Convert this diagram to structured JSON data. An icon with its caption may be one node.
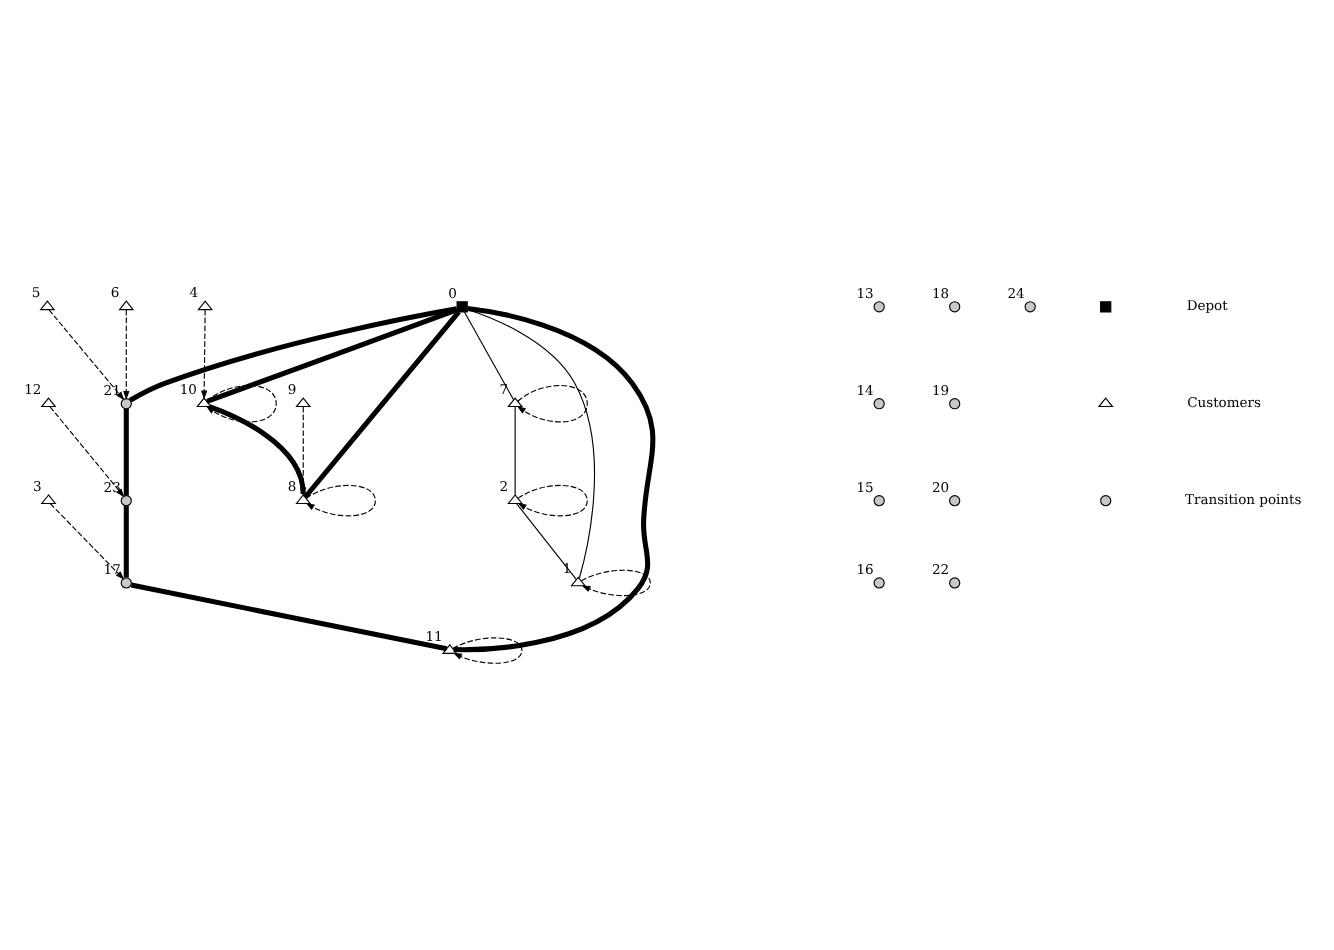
{
  "diagram": {
    "nodes": [
      {
        "text": [],
        "shape": "box",
        "beside": [
          "0"
        ]
      },
      {
        "text": [],
        "shape": "triangle",
        "beside": [
          "1"
        ]
      },
      {
        "text": [],
        "shape": "triangle",
        "beside": [
          "2"
        ]
      },
      {
        "text": [],
        "shape": "triangle",
        "beside": [
          "3"
        ]
      },
      {
        "text": [],
        "shape": "triangle",
        "beside": [
          "4"
        ]
      },
      {
        "text": [],
        "shape": "triangle",
        "beside": [
          "5"
        ]
      },
      {
        "text": [],
        "shape": "triangle",
        "beside": [
          "6"
        ]
      },
      {
        "text": [],
        "shape": "triangle",
        "beside": [
          "7"
        ]
      },
      {
        "text": [],
        "shape": "triangle",
        "beside": [
          "8"
        ]
      },
      {
        "text": [],
        "shape": "triangle",
        "beside": [
          "9"
        ]
      },
      {
        "text": [],
        "shape": "triangle",
        "beside": [
          "10"
        ]
      },
      {
        "text": [],
        "shape": "triangle",
        "beside": [
          "11"
        ]
      },
      {
        "text": [],
        "shape": "triangle",
        "beside": [
          "12"
        ]
      },
      {
        "text": [],
        "shape": "circle",
        "beside": [
          "13"
        ]
      },
      {
        "text": [],
        "shape": "circle",
        "beside": [
          "14"
        ]
      },
      {
        "text": [],
        "shape": "circle",
        "beside": [
          "15"
        ]
      },
      {
        "text": [],
        "shape": "circle",
        "beside": [
          "16"
        ]
      },
      {
        "text": [],
        "shape": "circle",
        "beside": [
          "17"
        ]
      },
      {
        "text": [],
        "shape": "circle",
        "beside": [
          "18"
        ]
      },
      {
        "text": [],
        "shape": "circle",
        "beside": [
          "19"
        ]
      },
      {
        "text": [],
        "shape": "circle",
        "beside": [
          "20"
        ]
      },
      {
        "text": [],
        "shape": "circle",
        "beside": [
          "21"
        ]
      },
      {
        "text": [],
        "shape": "circle",
        "beside": [
          "22"
        ]
      },
      {
        "text": [],
        "shape": "circle",
        "beside": [
          "23"
        ]
      },
      {
        "text": [],
        "shape": "circle",
        "beside": [
          "24"
        ]
      }
    ],
    "edges": [
      {
        "from": 0,
        "to": 7,
        "arrow": "none"
      },
      {
        "from": 7,
        "to": 2,
        "arrow": "none"
      },
      {
        "from": 2,
        "to": 1,
        "arrow": "none"
      },
      {
        "from": 1,
        "to": 0,
        "arrow": "none"
      },
      {
        "from": 0,
        "to": 21,
        "arrow": "none",
        "style": "thick"
      },
      {
        "from": 21,
        "to": 23,
        "arrow": "none",
        "style": "thick"
      },
      {
        "from": 23,
        "to": 17,
        "arrow": "none",
        "style": "thick"
      },
      {
        "from": 17,
        "to": 11,
        "arrow": "none",
        "style": "thick"
      },
      {
        "from": 11,
        "to": 0,
        "arrow": "none",
        "style": "thick"
      },
      {
        "from": 0,
        "to": 10,
        "arrow": "none",
        "style": "thick"
      },
      {
        "from": 10,
        "to": 8,
        "arrow": "none",
        "style": "thick"
      },
      {
        "from": 8,
        "to": 0,
        "arrow": "none",
        "style": "thick"
      },
      {
        "from": 6,
        "to": 21,
        "arrow": "to",
        "style": "dashed"
      },
      {
        "from": 5,
        "to": 21,
        "arrow": "to",
        "style": "dashed"
      },
      {
        "from": 12,
        "to": 23,
        "arrow": "to",
        "style": "dashed"
      },
      {
        "from": 3,
        "to": 17,
        "arrow": "to",
        "style": "dashed"
      },
      {
        "from": 4,
        "to": 10,
        "arrow": "to",
        "style": "dashed"
      },
      {
        "from": 9,
        "to": 8,
        "arrow": "to",
        "style": "dashed"
      },
      {
        "from": 7,
        "to": 7,
        "arrow": "to",
        "style": "dashed"
      },
      {
        "from": 2,
        "to": 2,
        "arrow": "to",
        "style": "dashed"
      },
      {
        "from": 1,
        "to": 1,
        "arrow": "to",
        "style": "dashed"
      },
      {
        "from": 10,
        "to": 10,
        "arrow": "to",
        "style": "dashed"
      },
      {
        "from": 11,
        "to": 11,
        "arrow": "to",
        "style": "dashed"
      },
      {
        "from": 8,
        "to": 8,
        "arrow": "to",
        "style": "dashed"
      }
    ],
    "legend": [
      {
        "text": "Depot"
      },
      {
        "text": "Customers"
      },
      {
        "text": "Transition points"
      }
    ]
  }
}
